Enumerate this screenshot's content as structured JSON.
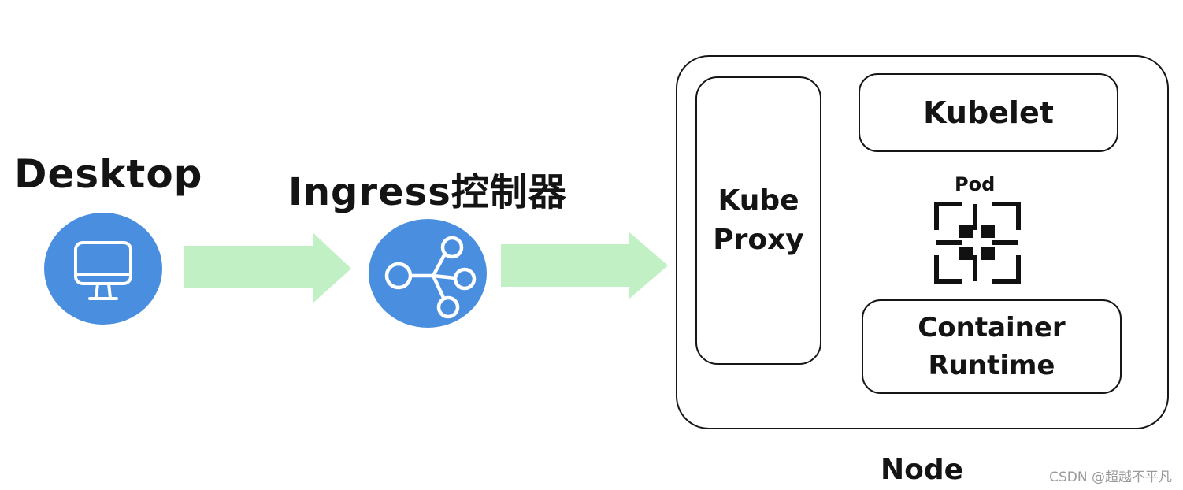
{
  "labels": {
    "desktop": "Desktop",
    "ingress": "Ingress控制器",
    "kube_proxy_line1": "Kube",
    "kube_proxy_line2": "Proxy",
    "kubelet": "Kubelet",
    "pod": "Pod",
    "runtime_line1": "Container",
    "runtime_line2": "Runtime",
    "node": "Node"
  },
  "watermark": "CSDN @超越不平凡",
  "icons": {
    "desktop": "monitor-icon",
    "ingress": "share-nodes-icon",
    "pod": "pod-grid-icon"
  },
  "colors": {
    "icon_circle": "#4a8fdf",
    "arrow": "#c0f0c4",
    "stroke": "#161616"
  }
}
